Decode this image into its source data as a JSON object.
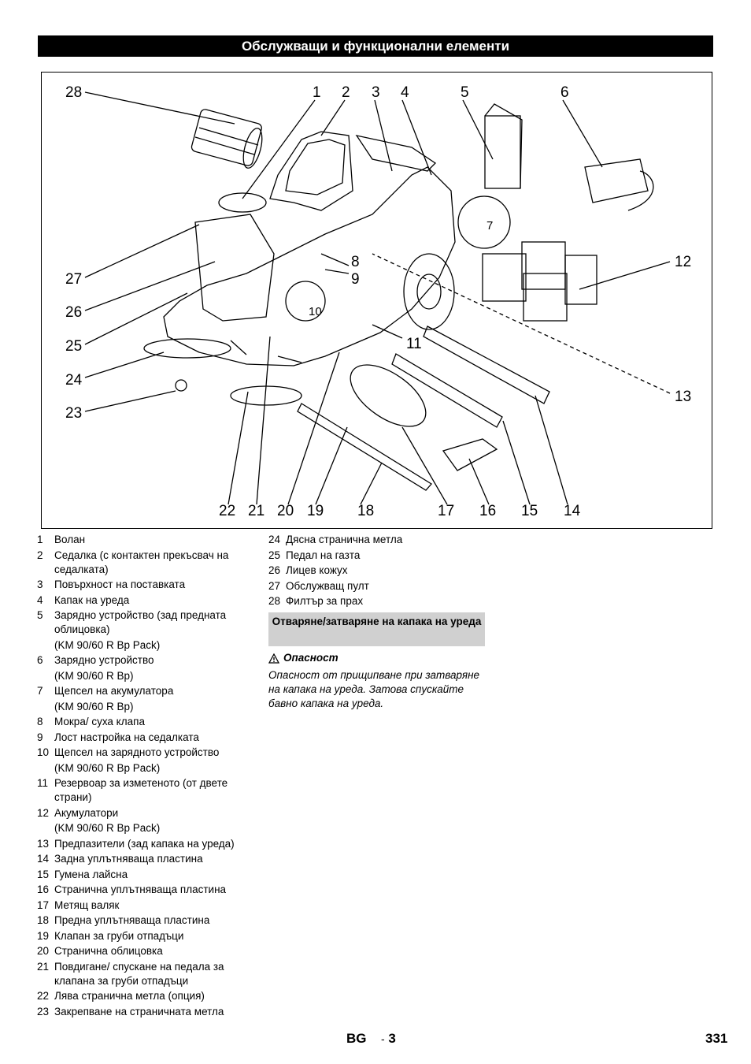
{
  "title": "Обслужващи и функционални елементи",
  "callouts": [
    "28",
    "1",
    "2",
    "3",
    "4",
    "5",
    "6",
    "7",
    "8",
    "9",
    "10",
    "12",
    "27",
    "26",
    "25",
    "24",
    "23",
    "11",
    "13",
    "22",
    "21",
    "20",
    "19",
    "18",
    "17",
    "16",
    "15",
    "14"
  ],
  "legend_col1": [
    {
      "n": "1",
      "t": "Волан"
    },
    {
      "n": "2",
      "t": "Седалка (с контактен прекъсвач на седалката)"
    },
    {
      "n": "3",
      "t": "Повърхност на поставката"
    },
    {
      "n": "4",
      "t": "Капак на уреда"
    },
    {
      "n": "5",
      "t": "Зарядно устройство (зад предната облицовка)"
    },
    {
      "n": "",
      "t": "(KM 90/60 R Bp Pack)"
    },
    {
      "n": "6",
      "t": "Зарядно устройство"
    },
    {
      "n": "",
      "t": "(KM 90/60 R Bp)"
    },
    {
      "n": "7",
      "t": "Щепсел на акумулатора"
    },
    {
      "n": "",
      "t": "(KM 90/60 R Bp)"
    },
    {
      "n": "8",
      "t": "Мокра/ суха клапа"
    },
    {
      "n": "9",
      "t": "Лост настройка на седалката"
    },
    {
      "n": "10",
      "t": "Щепсел на зарядното устройство"
    },
    {
      "n": "",
      "t": "(KM 90/60 R Bp Pack)"
    },
    {
      "n": "11",
      "t": "Резервоар за изметеното (от двете страни)"
    },
    {
      "n": "12",
      "t": "Акумулатори"
    },
    {
      "n": "",
      "t": "(KM 90/60 R Bp Pack)"
    },
    {
      "n": "13",
      "t": "Предпазители (зад капака на уреда)"
    },
    {
      "n": "14",
      "t": "Задна уплътняваща пластина"
    },
    {
      "n": "15",
      "t": "Гумена лайсна"
    },
    {
      "n": "16",
      "t": "Странична уплътняваща пластина"
    },
    {
      "n": "17",
      "t": "Метящ валяк"
    },
    {
      "n": "18",
      "t": "Предна уплътняваща пластина"
    },
    {
      "n": "19",
      "t": "Клапан за груби отпадъци"
    },
    {
      "n": "20",
      "t": "Странична облицовка"
    },
    {
      "n": "21",
      "t": "Повдигане/ спускане на педала за клапана за груби отпадъци"
    },
    {
      "n": "22",
      "t": "Лява странична метла (опция)"
    },
    {
      "n": "23",
      "t": "Закрепване на страничната метла"
    }
  ],
  "legend_col2": [
    {
      "n": "24",
      "t": "Дясна странична метла"
    },
    {
      "n": "25",
      "t": "Педал на газта"
    },
    {
      "n": "26",
      "t": "Лицев кожух"
    },
    {
      "n": "27",
      "t": "Обслужващ пулт"
    },
    {
      "n": "28",
      "t": "Филтър за прах"
    }
  ],
  "section_heading": "Отваряне/затваряне на капака на уреда",
  "warning": {
    "title": "Опасност",
    "text": "Опасност от прищипване при затваряне на капака на уреда. Затова спускайте бавно капака на уреда."
  },
  "footer": {
    "lang": "BG",
    "sep": "-",
    "page": "3",
    "number": "331"
  }
}
